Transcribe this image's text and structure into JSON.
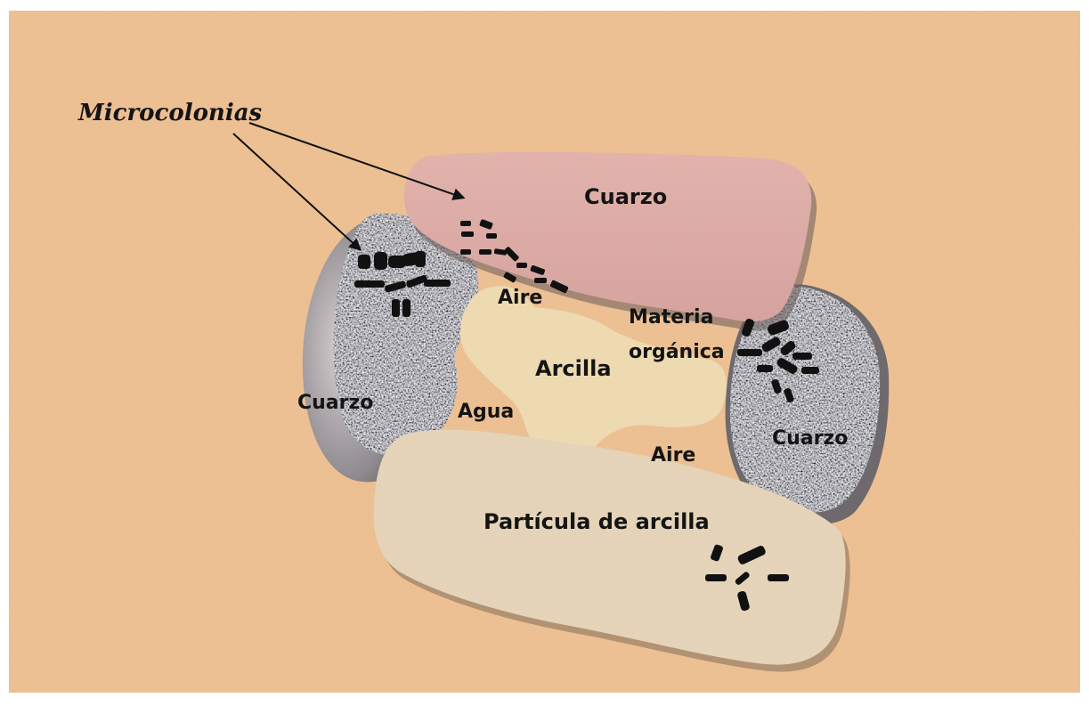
{
  "labels": {
    "microcolonias": "Microcolonias",
    "cuarzo_top": "Cuarzo",
    "cuarzo_left": "Cuarzo",
    "cuarzo_right": "Cuarzo",
    "aire_top": "Aire",
    "aire_bottom": "Aire",
    "materia_line1": "Materia",
    "materia_line2": "orgánica",
    "arcilla": "Arcilla",
    "agua": "Agua",
    "particula": "Partícula de arcilla"
  },
  "colors": {
    "background": "#f1c393",
    "quartz_pink": "#dfaaa6",
    "quartz_speckled": "#9f9a9b",
    "clay": "#f3dfb4",
    "clay_particle": "#e9d8bc",
    "bacteria": "#111111"
  }
}
